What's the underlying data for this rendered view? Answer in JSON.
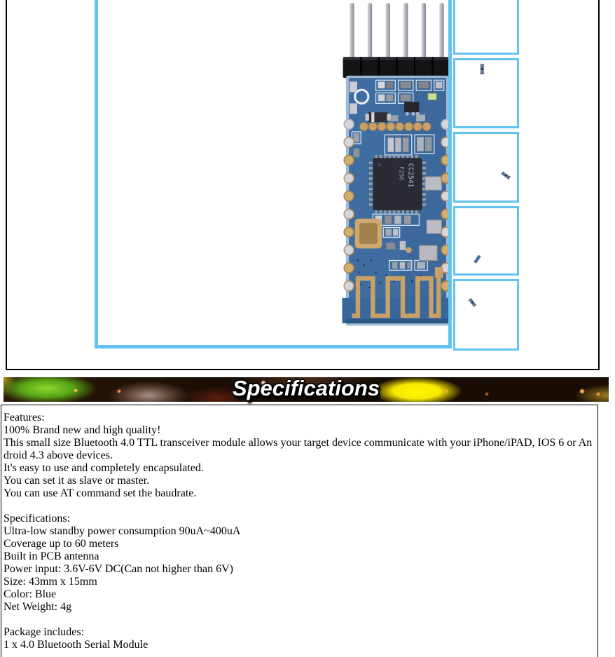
{
  "gallery": {
    "main_image": "bluetooth-module-front-photo",
    "thumbnails": [
      {
        "name": "module-back-view"
      },
      {
        "name": "module-front-view"
      },
      {
        "name": "module-angled-flat-view"
      },
      {
        "name": "module-angled-standing-back-view"
      },
      {
        "name": "module-angled-pins-left-view"
      }
    ],
    "frame_color": "#62c3f0",
    "panel_border_color": "#000000"
  },
  "banner": {
    "title": "Specifications",
    "background_base": "#150b04",
    "glow_colors": [
      "#8ed62e",
      "#fff600",
      "#ac968c",
      "#ff9840"
    ]
  },
  "description": {
    "lines": [
      "Features:",
      "100% Brand new and high quality!",
      "This small size Bluetooth 4.0 TTL transceiver module allows your target device communicate with your iPhone/iPAD, IOS 6 or An",
      "droid 4.3 above devices.",
      "It's easy to use and completely encapsulated.",
      "You can set it as slave or master.",
      "You can use AT command set the baudrate.",
      "",
      "Specifications:",
      "Ultra-low standby power consumption 90uA~400uA",
      "Coverage up to 60 meters",
      "Built in PCB antenna",
      "Power input: 3.6V-6V DC(Can not higher than 6V)",
      "Size: 43mm x 15mm",
      "Color: Blue",
      "Net Weight: 4g",
      "",
      "Package includes:",
      "1 x 4.0 Bluetooth Serial Module"
    ]
  }
}
